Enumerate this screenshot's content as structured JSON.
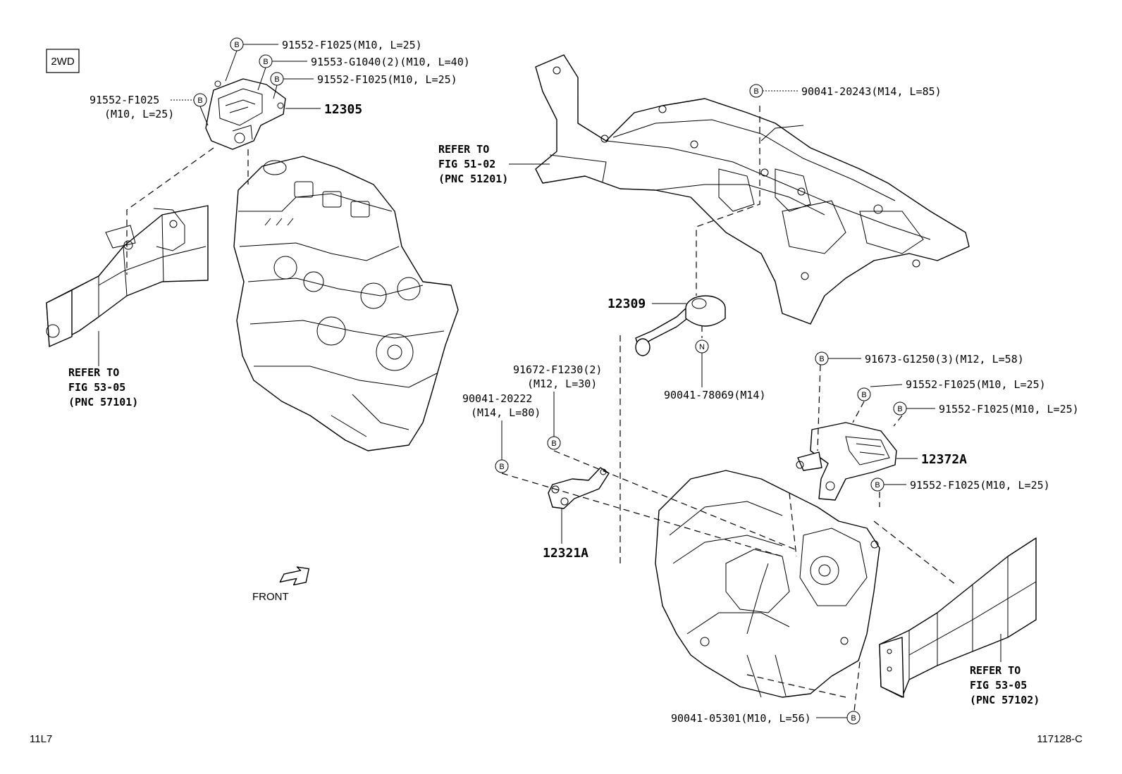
{
  "variant_box": "2WD",
  "callouts": {
    "c1": {
      "marker": "B",
      "text": "91552-F1025",
      "spec": "(M10, L=25)"
    },
    "c2": {
      "marker": "B",
      "text": "91553-G1040",
      "spec": "(2)(M10, L=40)"
    },
    "c3": {
      "marker": "B",
      "text": "91552-F1025",
      "spec": "(M10, L=25)"
    },
    "c4": {
      "marker": "B",
      "text": "91552-F1025",
      "spec": "(M10, L=25)"
    },
    "c5": {
      "marker": "B",
      "text": "90041-20243",
      "spec": "(M14, L=85)"
    },
    "c6": {
      "marker": "N",
      "text": "90041-78069",
      "spec": "(M14)"
    },
    "c7": {
      "marker": "B",
      "text": "91672-F1230",
      "spec": "(2)",
      "spec2": "(M12, L=30)"
    },
    "c8": {
      "marker": "B",
      "text": "90041-20222",
      "spec": "(M14, L=80)"
    },
    "c9": {
      "marker": "B",
      "text": "91673-G1250",
      "spec": "(3)(M12, L=58)"
    },
    "c10": {
      "marker": "B",
      "text": "91552-F1025",
      "spec": "(M10, L=25)"
    },
    "c11": {
      "marker": "B",
      "text": "91552-F1025",
      "spec": "(M10, L=25)"
    },
    "c12": {
      "marker": "B",
      "text": "91552-F1025",
      "spec": "(M10, L=25)"
    },
    "c13": {
      "marker": "B",
      "text": "90041-05301",
      "spec": "(M10, L=56)"
    }
  },
  "part_numbers": {
    "p12305": "12305",
    "p12309": "12309",
    "p12321A": "12321A",
    "p12372A": "12372A"
  },
  "references": {
    "r1": {
      "line1": "REFER TO",
      "line2": "FIG 51-02",
      "line3": "(PNC 51201)"
    },
    "r2": {
      "line1": "REFER TO",
      "line2": "FIG 53-05",
      "line3": "(PNC 57101)"
    },
    "r3": {
      "line1": "REFER TO",
      "line2": "FIG 53-05",
      "line3": "(PNC 57102)"
    }
  },
  "front_label": "FRONT",
  "footer": {
    "left": "11L7",
    "right": "117128-C"
  },
  "icons": [
    "front-arrow-icon",
    "bolt-marker-icon",
    "nut-marker-icon"
  ]
}
